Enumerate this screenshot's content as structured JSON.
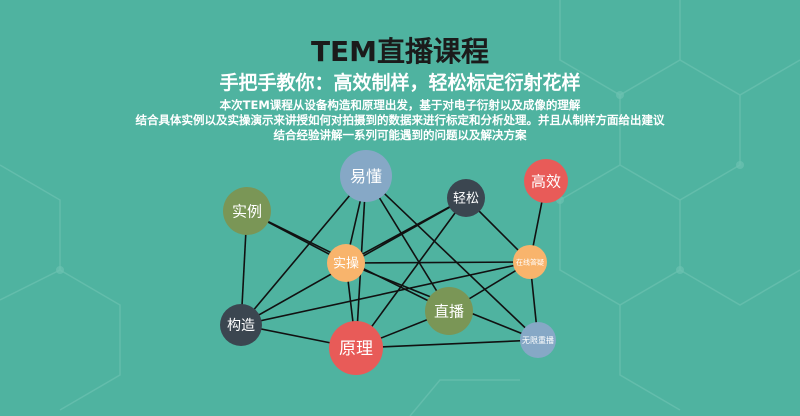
{
  "title": "TEM直播课程",
  "subtitle": "手把手教你：高效制样，轻松标定衍射花样",
  "description": [
    "本次TEM课程从设备构造和原理出发，基于对电子衍射以及成像的理解",
    "结合具体实例以及实操演示来讲授如何对拍摄到的数据来进行标定和分析处理。并且从制样方面给出建议",
    "结合经验讲解一系列可能遇到的问题以及解决方案"
  ],
  "colors": {
    "background": "#4fb3a0",
    "blue": "#86a8c6",
    "green": "#7a9656",
    "dark": "#3b4650",
    "red": "#e85b58",
    "orange": "#f8b46c"
  },
  "nodes": [
    {
      "id": "easy",
      "label": "易懂",
      "color": "blue"
    },
    {
      "id": "example",
      "label": "实例",
      "color": "green"
    },
    {
      "id": "relaxed",
      "label": "轻松",
      "color": "dark"
    },
    {
      "id": "efficient",
      "label": "高效",
      "color": "red"
    },
    {
      "id": "practice",
      "label": "实操",
      "color": "orange"
    },
    {
      "id": "qa",
      "label": "在线答疑",
      "color": "orange"
    },
    {
      "id": "structure",
      "label": "构造",
      "color": "dark"
    },
    {
      "id": "principle",
      "label": "原理",
      "color": "red"
    },
    {
      "id": "live",
      "label": "直播",
      "color": "green"
    },
    {
      "id": "replay",
      "label": "无限重播",
      "color": "blue"
    }
  ],
  "edges": [
    [
      "easy",
      "practice"
    ],
    [
      "easy",
      "live"
    ],
    [
      "easy",
      "replay"
    ],
    [
      "easy",
      "structure"
    ],
    [
      "easy",
      "principle"
    ],
    [
      "example",
      "structure"
    ],
    [
      "example",
      "practice"
    ],
    [
      "example",
      "live"
    ],
    [
      "relaxed",
      "practice"
    ],
    [
      "relaxed",
      "structure"
    ],
    [
      "relaxed",
      "qa"
    ],
    [
      "relaxed",
      "principle"
    ],
    [
      "efficient",
      "qa"
    ],
    [
      "practice",
      "qa"
    ],
    [
      "practice",
      "principle"
    ],
    [
      "practice",
      "replay"
    ],
    [
      "qa",
      "replay"
    ],
    [
      "qa",
      "live"
    ],
    [
      "qa",
      "structure"
    ],
    [
      "structure",
      "principle"
    ],
    [
      "principle",
      "replay"
    ],
    [
      "principle",
      "live"
    ]
  ]
}
